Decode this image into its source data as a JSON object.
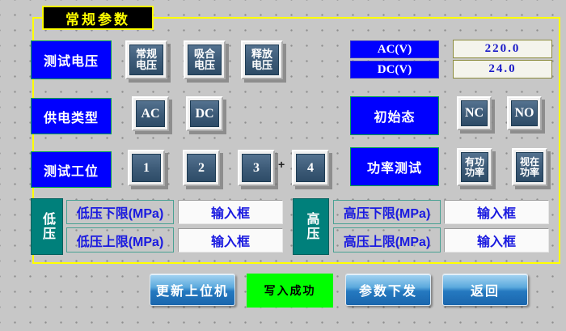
{
  "title": "常规参数",
  "rows": {
    "voltage": {
      "label": "测试电压",
      "buttons": [
        [
          "常规",
          "电压"
        ],
        [
          "吸合",
          "电压"
        ],
        [
          "释放",
          "电压"
        ]
      ],
      "ac_label": "AC(V)",
      "dc_label": "DC(V)",
      "ac_value": "220.0",
      "dc_value": "24.0"
    },
    "supply": {
      "label": "供电类型",
      "buttons": [
        "AC",
        "DC"
      ],
      "initial_label": "初始态",
      "initial_buttons": [
        "NC",
        "NO"
      ]
    },
    "station": {
      "label": "测试工位",
      "buttons": [
        "1",
        "2",
        "3",
        "4"
      ],
      "plus": "+",
      "power_label": "功率测试",
      "power_buttons": [
        [
          "有功",
          "功率"
        ],
        [
          "视在",
          "功率"
        ]
      ]
    },
    "pressure": {
      "low": {
        "side": "低压",
        "lower_label": "低压下限(MPa)",
        "lower_value": "输入框",
        "upper_label": "低压上限(MPa)",
        "upper_value": "输入框"
      },
      "high": {
        "side": "高压",
        "lower_label": "高压下限(MPa)",
        "lower_value": "输入框",
        "upper_label": "高压上限(MPa)",
        "upper_value": "输入框"
      }
    },
    "footer": {
      "update": "更新上位机",
      "status": "写入成功",
      "send": "参数下发",
      "back": "返回"
    }
  },
  "colors": {
    "label_blue": "#0000ff",
    "status_green": "#00ff00",
    "pressure_teal": "#00807b",
    "border_yellow": "#ffff00",
    "value_text_blue": "#1a1ac8",
    "button_face_slate": "#3c5a77"
  }
}
